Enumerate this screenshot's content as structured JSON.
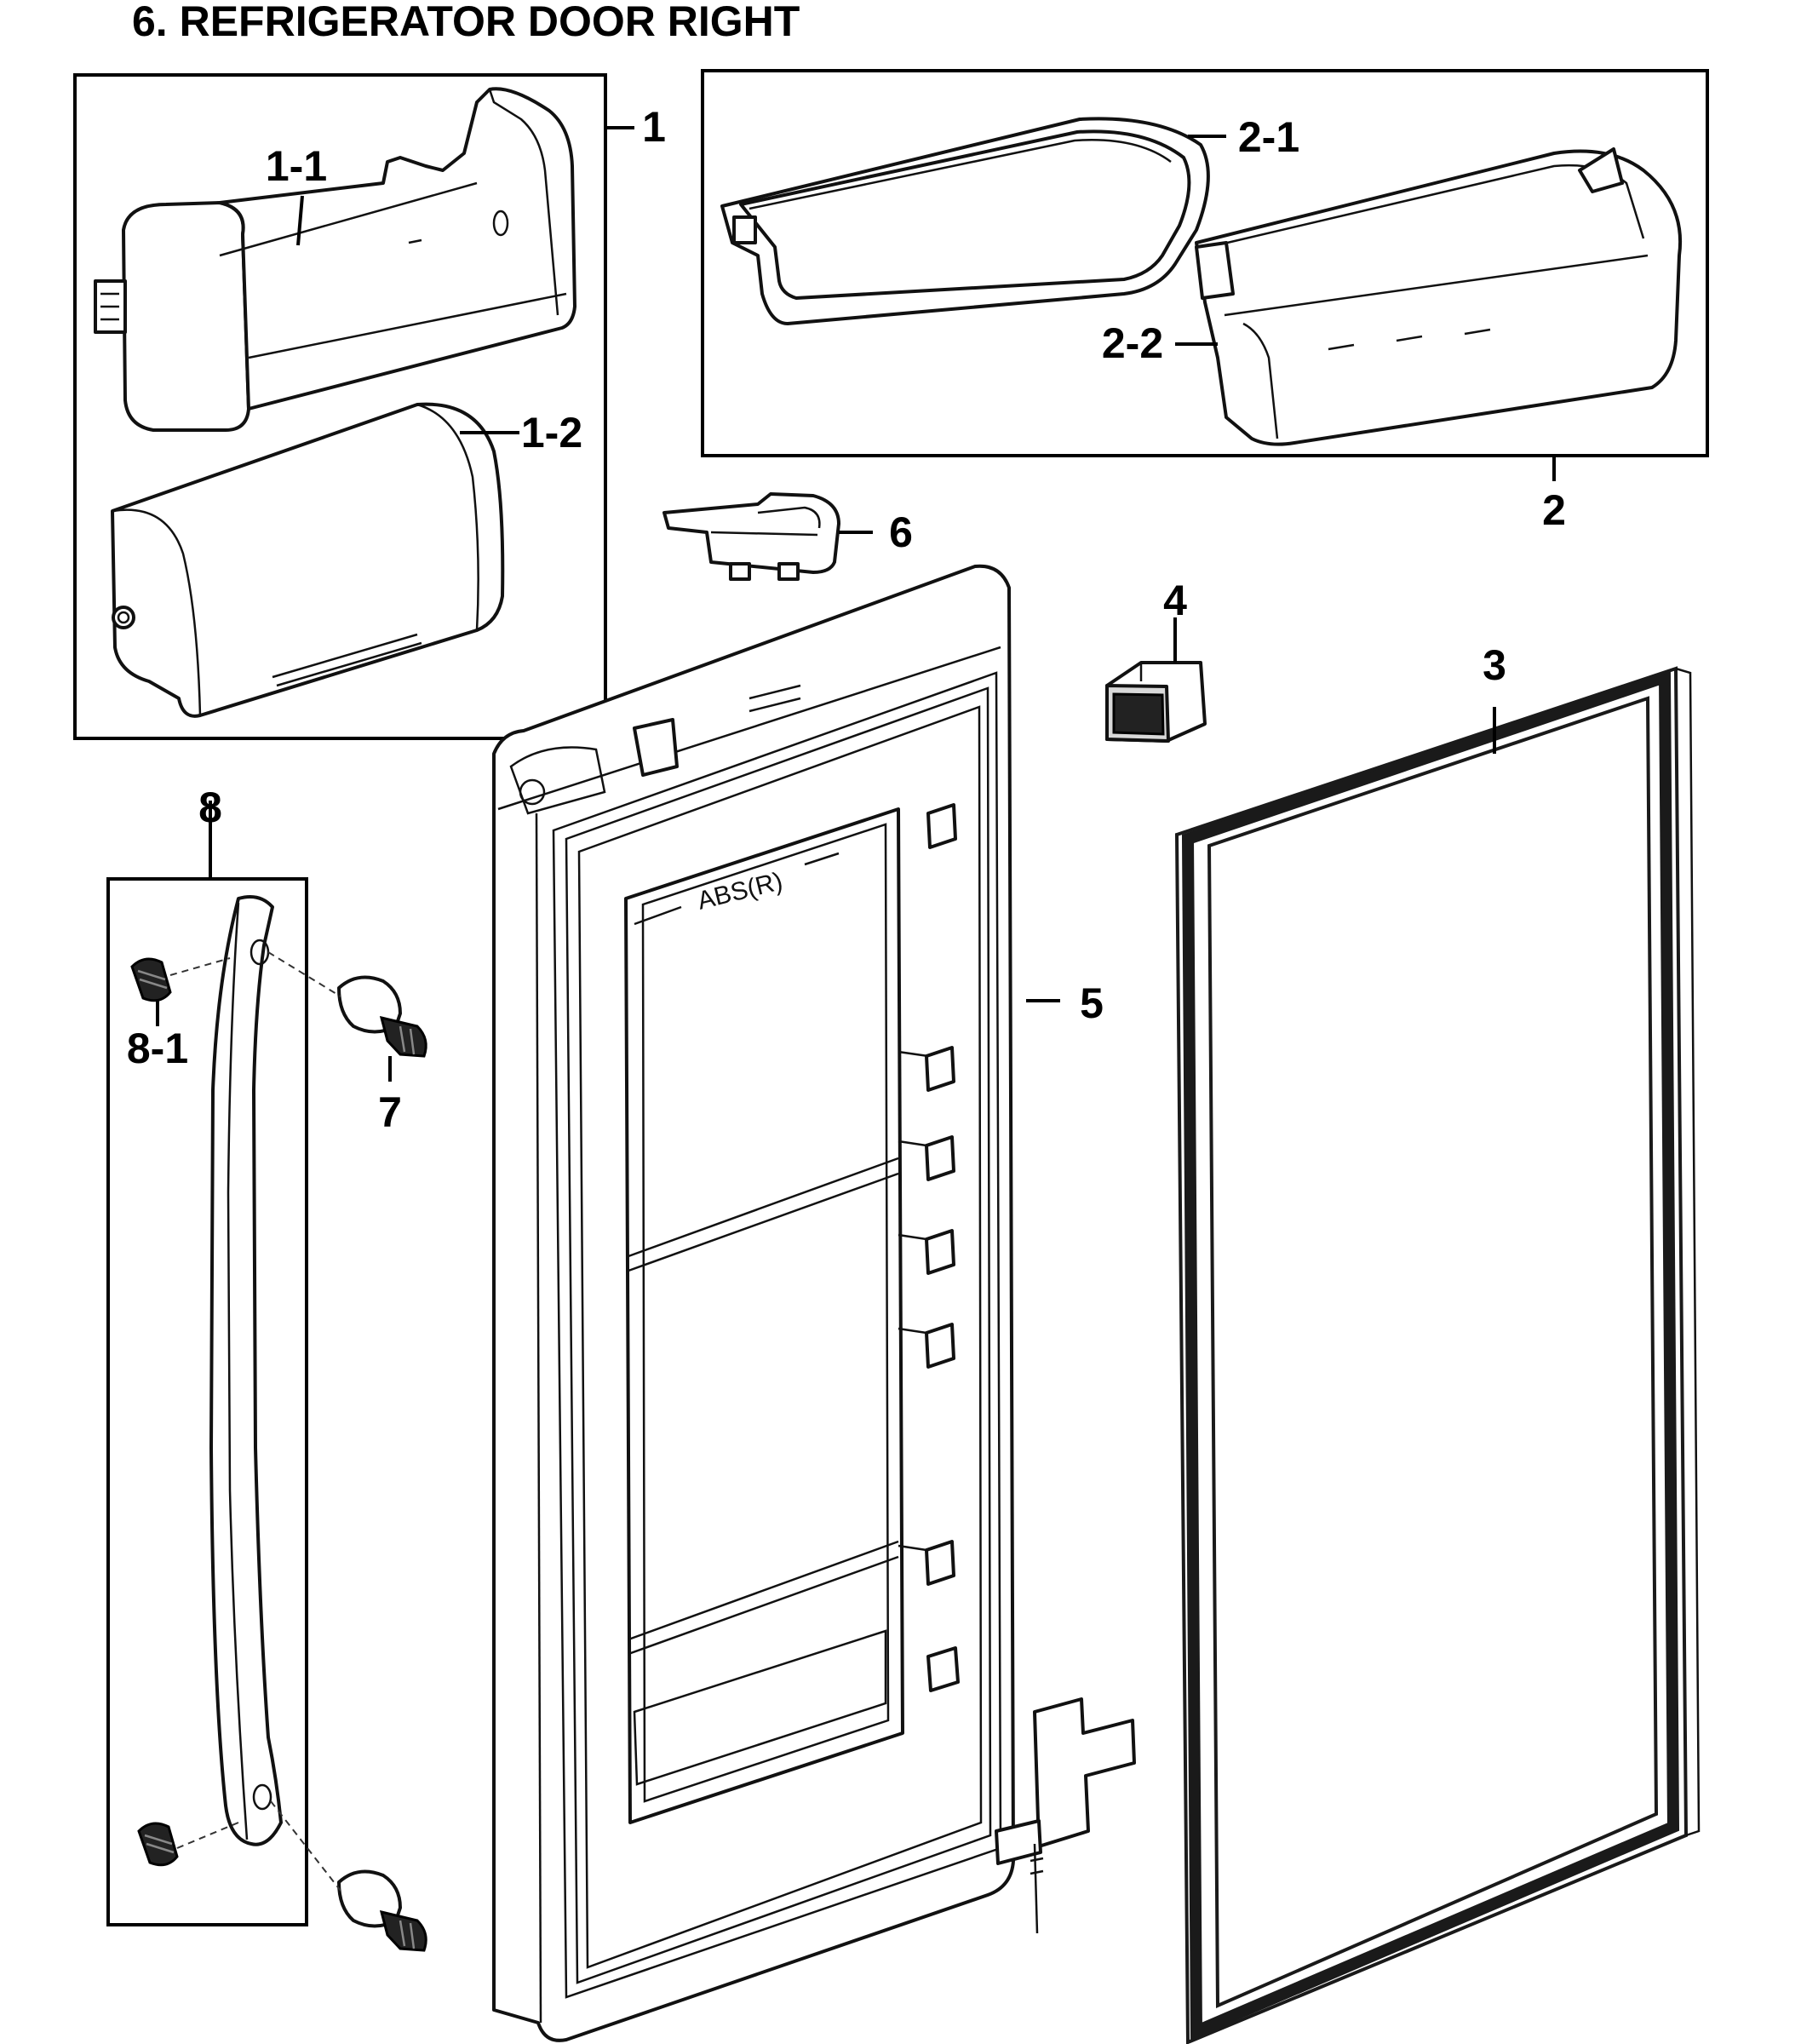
{
  "title": "6.  REFRIGERATOR DOOR RIGHT",
  "door_marking": "ABS(R)",
  "callouts": {
    "p1": "1",
    "p1_1": "1-1",
    "p1_2": "1-2",
    "p2": "2",
    "p2_1": "2-1",
    "p2_2": "2-2",
    "p3": "3",
    "p4": "4",
    "p5": "5",
    "p6": "6",
    "p7": "7",
    "p8": "8",
    "p8_1": "8-1"
  }
}
